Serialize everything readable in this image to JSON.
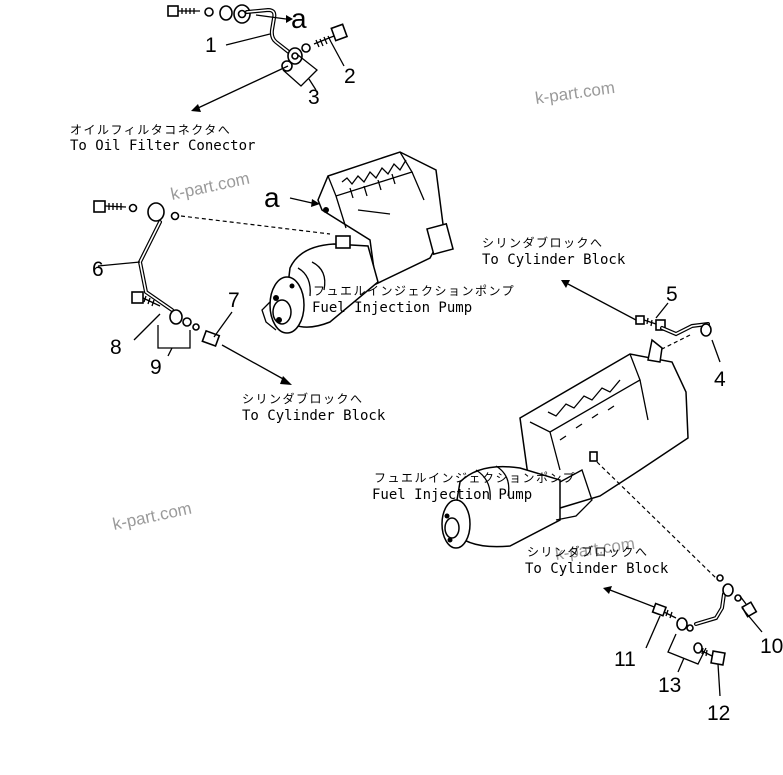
{
  "callouts": {
    "n1": "1",
    "n2": "2",
    "n3": "3",
    "n4": "4",
    "n5": "5",
    "n6": "6",
    "n7": "7",
    "n8": "8",
    "n9": "9",
    "n10": "10",
    "n11": "11",
    "n12": "12",
    "n13": "13"
  },
  "view_letters": {
    "top": "a",
    "pump": "a"
  },
  "labels": {
    "oil_filter_jp": "オイルフィルタコネクタへ",
    "oil_filter_en": "To  Oil  Filter  Conector",
    "pump1_jp": "フュエルインジェクションポンプ",
    "pump1_en": "Fuel  Injection  Pump",
    "cyl_left_jp": "シリンダブロックへ",
    "cyl_left_en": "To  Cylinder  Block",
    "cyl_right_top_jp": "シリンダブロックへ",
    "cyl_right_top_en": "To  Cylinder  Block",
    "pump2_jp": "フュエルインジェクションポンプ",
    "pump2_en": "Fuel  Injection  Pump",
    "cyl_right_bottom_jp": "シリンダブロックへ",
    "cyl_right_bottom_en": "To  Cylinder  Block"
  },
  "watermarks": {
    "w1": "k-part.com",
    "w2": "k-part.com",
    "w3": "k-part.com",
    "w4": "k-part.com"
  }
}
